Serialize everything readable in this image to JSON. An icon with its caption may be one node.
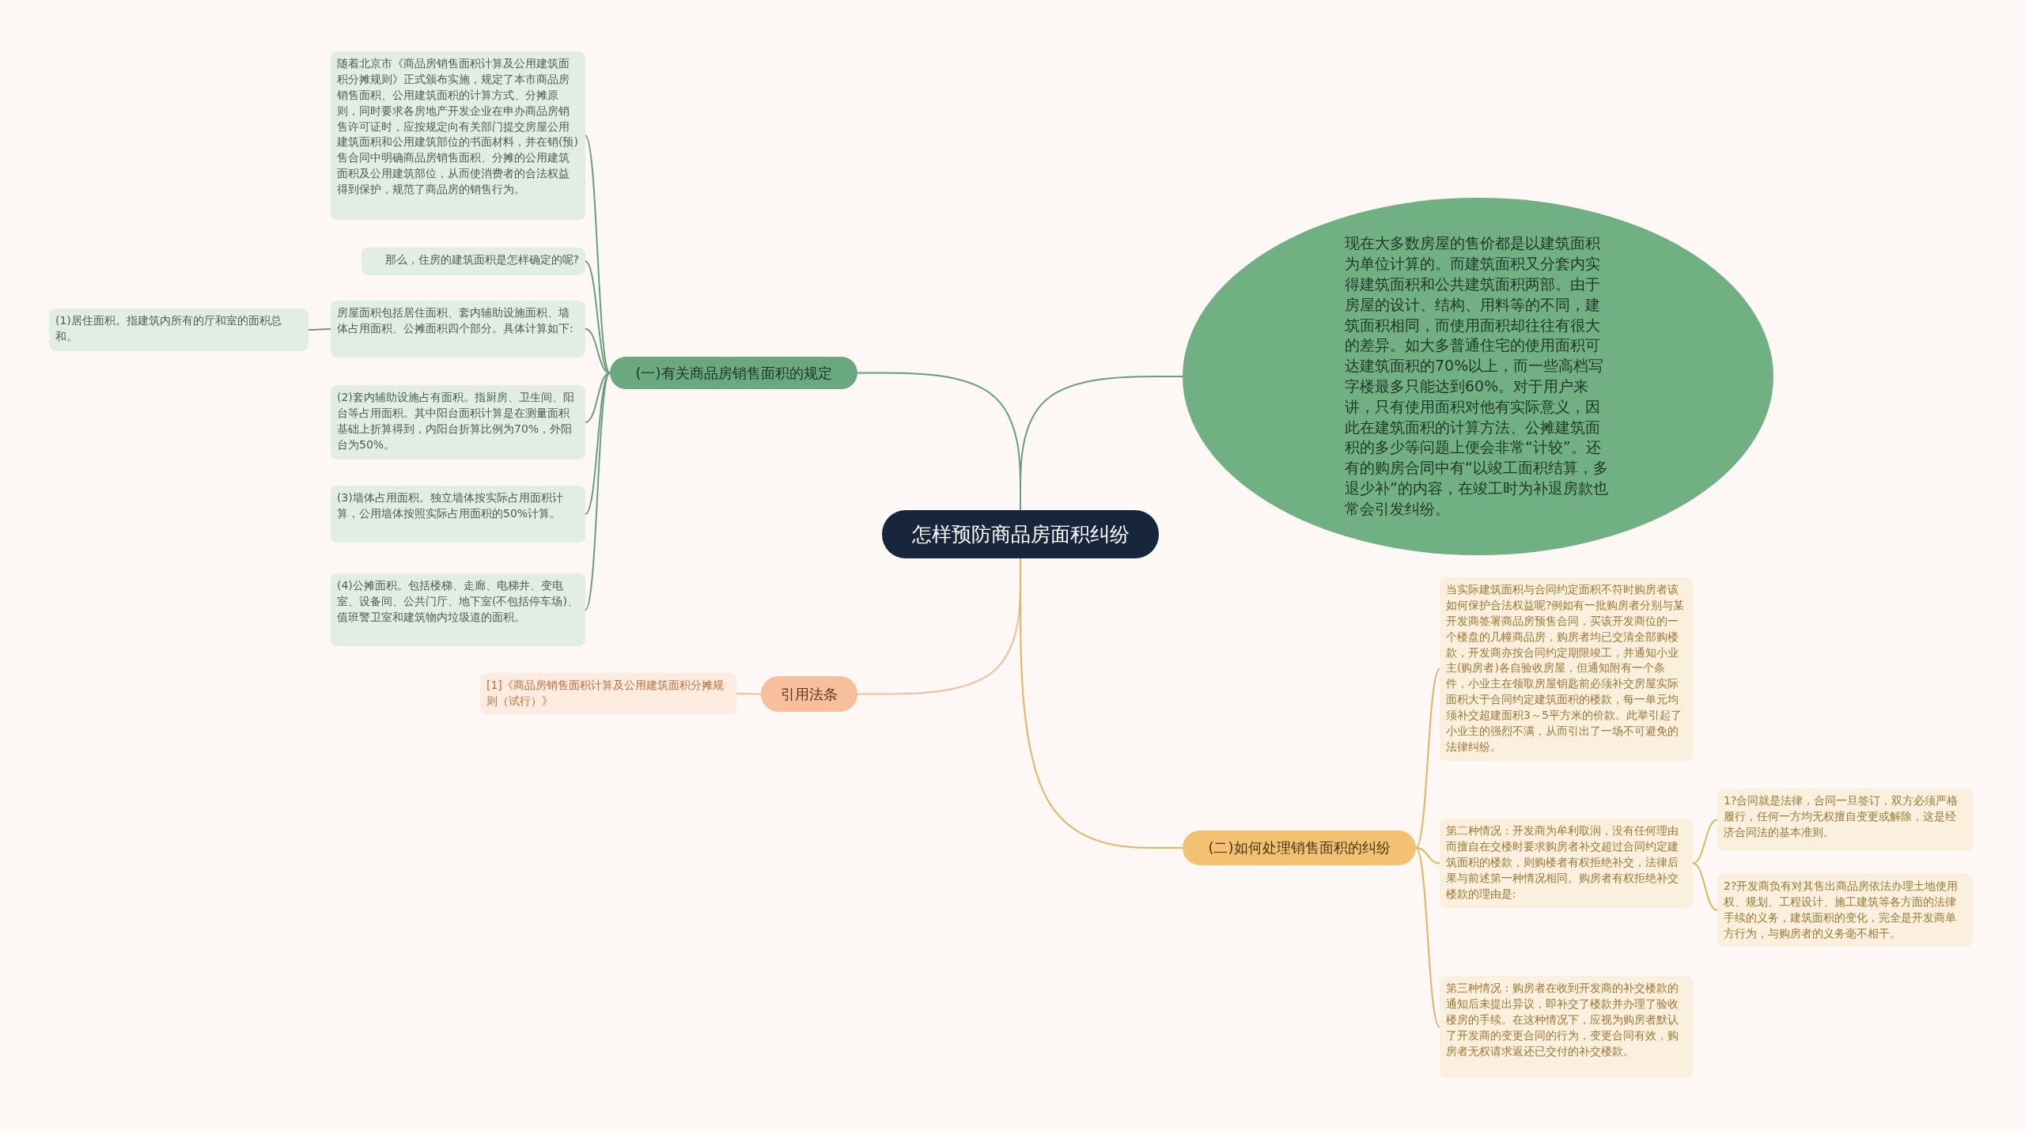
{
  "diagram": {
    "nodes": [
      {
        "text": [
          "怎样预防商品房面积纠纷"
        ]
      },
      {
        "text": [
          "(一)有关商品房销售面积的规定"
        ]
      },
      {
        "text": [
          "随着北京市《商品房销售面积计算及公用建筑面积分摊规则》正式颁布实施，规定了本市商品房销售面积、公用建筑面积的计算方式、分摊原则，同时要求各房地产开发企业在申办商品房销售许可证时，应按规定向有关部门提交房屋公用建筑面积和公用建筑部位的书面材料，并在销(预)售合同中明确商品房销售面积、分摊的公用建筑面积及公用建筑部位，从而使消费者的合法权益得到保护，规范了商品房的销售行为。"
        ]
      },
      {
        "text": [
          "那么，住房的建筑面积是怎样确定的呢?"
        ]
      },
      {
        "text": [
          "房屋面积包括居住面积、套内辅助设施面积、墙体占用面积、公摊面积四个部分。具体计算如下:"
        ]
      },
      {
        "text": [
          "(1)居住面积。指建筑内所有的厅和室的面积总和。"
        ]
      },
      {
        "text": [
          "(2)套内辅助设施占有面积。指厨房、卫生间、阳台等占用面积。其中阳台面积计算是在测量面积基础上折算得到，内阳台折算比例为70%，外阳台为50%。"
        ]
      },
      {
        "text": [
          "(3)墙体占用面积。独立墙体按实际占用面积计算，公用墙体按照实际占用面积的50%计算。"
        ]
      },
      {
        "text": [
          "(4)公摊面积。包括楼梯、走廊、电梯井、变电室、设备间、公共门厅、地下室(不包括停车场)、值班警卫室和建筑物内垃圾道的面积。"
        ]
      },
      {
        "text": [
          "现在大多数房屋的售价都是以建筑面积为单位计算的。而建筑面积又分套内实得建筑面积和公共建筑面积两部。由于房屋的设计、结构、用料等的不同，建筑面积相同，而使用面积却往往有很大的差异。如大多普通住宅的使用面积可达建筑面积的70%以上，而一些高档写字楼最多只能达到60%。对于用户来讲，只有使用面积对他有实际意义，因此在建筑面积的计算方法、公摊建筑面积的多少等问题上便会非常“计较”。还有的购房合同中有“以竣工面积结算，多退少补”的内容，在竣工时为补退房款也常会引发纠纷。"
        ]
      },
      {
        "text": [
          "引用法条"
        ]
      },
      {
        "text": [
          "[1]《商品房销售面积计算及公用建筑面积分摊规则（试行）》"
        ]
      },
      {
        "text": [
          "(二)如何处理销售面积的纠纷"
        ]
      },
      {
        "text": [
          "当实际建筑面积与合同约定面积不符时购房者该如何保护合法权益呢?例如有一批购房者分别与某开发商签署商品房预售合同，买该开发商位的一个楼盘的几幢商品房，购房者均已交清全部购楼款，开发商亦按合同约定期限竣工，并通知小业主(购房者)各自验收房屋，但通知附有一个条件，小业主在领取房屋钥匙前必须补交房屋实际面积大于合同约定建筑面积的楼款，每一单元均须补交超建面积3～5平方米的价款。此举引起了小业主的强烈不满，从而引出了一场不可避免的法律纠纷。"
        ]
      },
      {
        "text": [
          "第二种情况：开发商为牟利取润，没有任何理由而擅自在交楼时要求购房者补交超过合同约定建筑面积的楼款，则购楼者有权拒绝补交，法律后果与前述第一种情况相同。购房者有权拒绝补交楼款的理由是:"
        ]
      },
      {
        "text": [
          "1?合同就是法律，合同一旦签订，双方必须严格履行，任何一方均无权擅自变更或解除，这是经济合同法的基本准则。"
        ]
      },
      {
        "text": [
          "2?开发商负有对其售出商品房依法办理土地使用权、规划、工程设计、施工建筑等各方面的法律手续的义务，建筑面积的变化，完全是开发商单方行为，与购房者的义务毫不相干。"
        ]
      },
      {
        "text": [
          "第三种情况：购房者在收到开发商的补交楼款的通知后未提出异议，即补交了楼款并办理了验收楼房的手续。在这种情况下，应视为购房者默认了开发商的变更合同的行为，变更合同有效，购房者无权请求返还已交付的补交楼款。"
        ]
      }
    ],
    "edges": [
      {
        "from": 0,
        "to": 1,
        "arrow": "none"
      },
      {
        "from": 1,
        "to": 2,
        "arrow": "none"
      },
      {
        "from": 1,
        "to": 3,
        "arrow": "none"
      },
      {
        "from": 1,
        "to": 4,
        "arrow": "none"
      },
      {
        "from": 4,
        "to": 5,
        "arrow": "none"
      },
      {
        "from": 1,
        "to": 6,
        "arrow": "none"
      },
      {
        "from": 1,
        "to": 7,
        "arrow": "none"
      },
      {
        "from": 1,
        "to": 8,
        "arrow": "none"
      },
      {
        "from": 0,
        "to": 9,
        "arrow": "none"
      },
      {
        "from": 0,
        "to": 10,
        "arrow": "none",
        "color": "#f2bd9a"
      },
      {
        "from": 10,
        "to": 11,
        "arrow": "none",
        "color": "#f2bd9a"
      },
      {
        "from": 0,
        "to": 12,
        "arrow": "none",
        "color": "#e3b45e"
      },
      {
        "from": 12,
        "to": 13,
        "arrow": "none",
        "color": "#e3b45e"
      },
      {
        "from": 12,
        "to": 14,
        "arrow": "none",
        "color": "#e3b45e"
      },
      {
        "from": 14,
        "to": 15,
        "arrow": "none",
        "color": "#e3b45e"
      },
      {
        "from": 14,
        "to": 16,
        "arrow": "none",
        "color": "#e3b45e"
      },
      {
        "from": 12,
        "to": 17,
        "arrow": "none",
        "color": "#e3b45e"
      }
    ]
  }
}
